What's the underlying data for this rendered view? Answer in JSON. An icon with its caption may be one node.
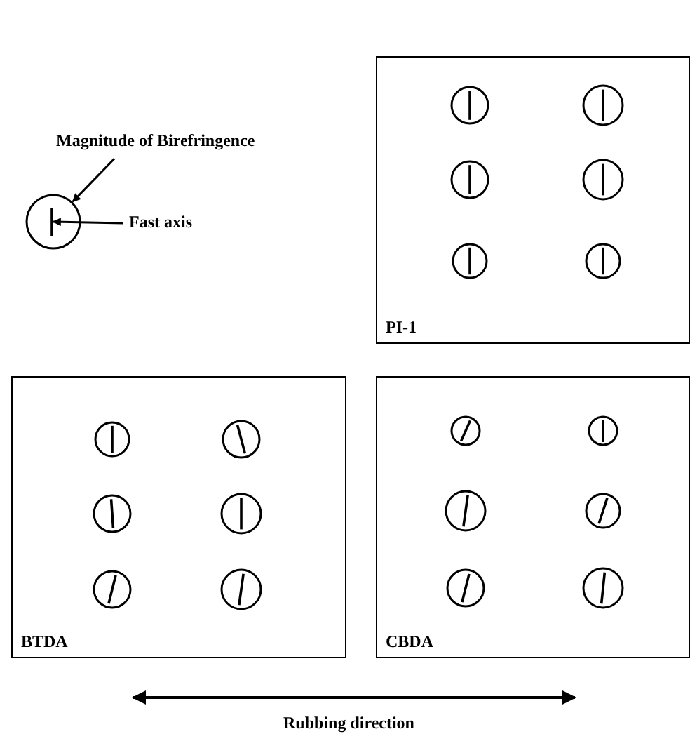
{
  "diagram": {
    "nodes": [
      {
        "text": [
          "Magnitude of Birefringence"
        ]
      },
      {
        "text": [
          "Fast axis"
        ]
      },
      {
        "text": [],
        "shape": "circle"
      },
      {
        "text": [
          "PI-1"
        ]
      },
      {
        "text": [
          "BTDA"
        ]
      },
      {
        "text": [
          "CBDA"
        ]
      }
    ],
    "edges": [
      {
        "from": 0,
        "to": 2,
        "arrow": "to"
      },
      {
        "from": 1,
        "to": 2,
        "arrow": "to"
      }
    ],
    "labels": [
      "Rubbing direction"
    ]
  }
}
